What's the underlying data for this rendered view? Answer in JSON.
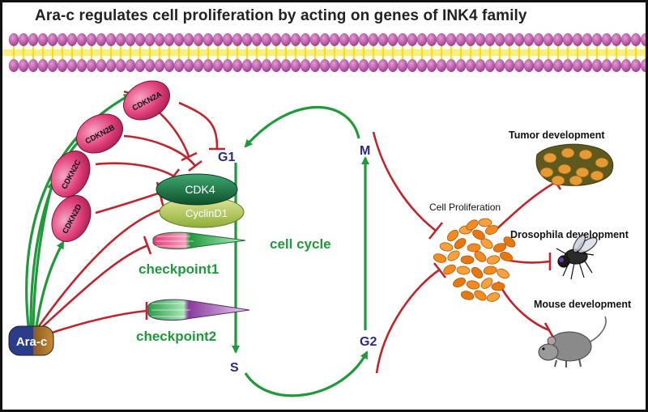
{
  "title": "Ara-c regulates cell proliferation by acting on genes of INK4 family",
  "drug": "Ara-c",
  "genes": [
    "CDKN2A",
    "CDKN2B",
    "CDKN2C",
    "CDKN2D"
  ],
  "complex": {
    "kinase": "CDK4",
    "cyclin": "CyclinD1"
  },
  "checkpoints": [
    "checkpoint1",
    "checkpoint2"
  ],
  "cycle": {
    "label": "cell cycle",
    "phases": {
      "g1": "G1",
      "s": "S",
      "g2": "G2",
      "m": "M"
    }
  },
  "proliferation": "Cell Proliferation",
  "outcomes": [
    "Tumor development",
    "Drosophila development",
    "Mouse development"
  ],
  "colors": {
    "activation": "#1f9a3a",
    "inhibition": "#c0242c",
    "gene": "#e0407a",
    "phase": "#2a2a8a",
    "membrane_head": "#b0459e",
    "membrane_tail": "#f4e21a"
  }
}
